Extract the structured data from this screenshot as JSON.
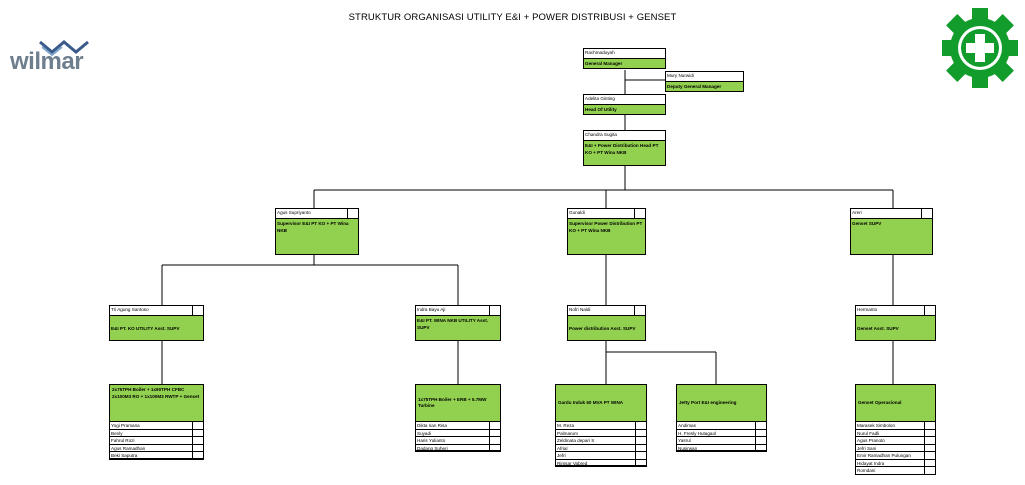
{
  "title": "STRUKTUR ORGANISASI UTILITY E&I + POWER DISTRIBUSI + GENSET",
  "logo": {
    "text": "wilmar",
    "icon": "wilmar-wave-logo"
  },
  "safety_icon": {
    "icon": "green-gear-cross-icon",
    "color": "#129c2b"
  },
  "colors": {
    "role_fill": "#92d050",
    "border": "#000000"
  },
  "gm": {
    "name": "Rachmaduyah",
    "role": "General Manager"
  },
  "dgm": {
    "name": "Mury Nurwidi",
    "role": "Deputy General Manager"
  },
  "hou": {
    "name": "Adelita Ginting",
    "role": "Head Of Utility"
  },
  "head": {
    "name": "Chandra Sugita",
    "role": "E&I + Power Distribution Head PT KO + PT Wina NKB"
  },
  "sup_ei": {
    "name": "Agus Supriyanto",
    "role": "Supervisor E&I PT KO + PT Wina NKB"
  },
  "sup_pd": {
    "name": "Gunaldi",
    "role": "Supervisor Power Distribution PT KO + PT Wina NKB"
  },
  "sup_gen": {
    "name": "Areri",
    "role": "Genset SUPV"
  },
  "asst1": {
    "name": "Tri Agung Santoso",
    "role": "E&I PT. KO UTILITY Asst. SUPV"
  },
  "asst2": {
    "name": "Indra Bayu Aji",
    "role": "E&I PT. WINA NKB UTILITY Asst. SUPV"
  },
  "asst3": {
    "name": "Nofri Naldi",
    "role": "Power distribution Asst. SUPV"
  },
  "asst4": {
    "name": "Hermanto",
    "role": "Genset Asst. SUPV"
  },
  "team1": {
    "label": "2x75TPH Boiler + 1x90TPH CFBC 2x100M3 RO + 1x100M3 RWTP + Genset",
    "members": [
      "Yogi Pramana",
      "Benly",
      "Fahrul Rozi",
      "Agus Ramadhan",
      "Beki Saputra"
    ]
  },
  "team2": {
    "label": "1x75TPH Boiler + ERB + 5.7MW Turbine",
    "members": [
      "Dikta rian Risa",
      "Suyadi",
      "Haris Yulianto",
      "Dadang Suheri"
    ]
  },
  "team3": {
    "label": "Gardu Induk 60 MVA PT WINA",
    "members": [
      "M. Reza",
      "Palmarum",
      "Zeldinata depari S",
      "Afrial",
      "Jefri",
      "Rimsar Vabred"
    ]
  },
  "team4": {
    "label": "Jetty Port E&I engineering",
    "members": [
      "Andimas",
      "H. Fresly Hutagaol",
      "Yasrul",
      "Nusirwan"
    ]
  },
  "team5": {
    "label": "Genset Operasional",
    "members": [
      "Marasek Simbolon",
      "Nurul Fadli",
      "Agus Pranoto",
      "Jefri Sani",
      "Emir Ramadhan Pulungan",
      "Hidayat Indra",
      "Romdani"
    ]
  }
}
